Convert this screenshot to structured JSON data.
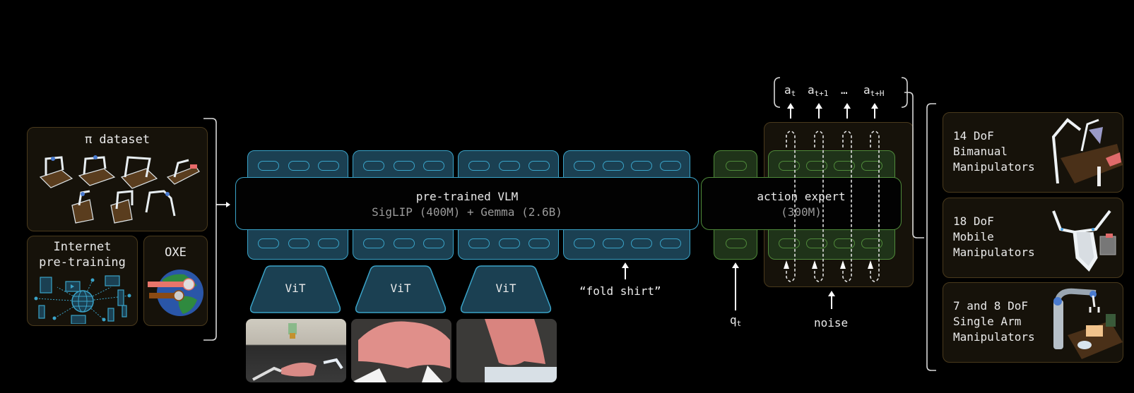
{
  "datasets": {
    "pi_dataset": {
      "title": "π dataset",
      "icon": "robot-setups-icon"
    },
    "internet": {
      "title_line1": "Internet",
      "title_line2": "pre-training",
      "icon": "internet-network-icon"
    },
    "oxe": {
      "title": "OXE",
      "icon": "globe-icon"
    }
  },
  "vlm": {
    "title": "pre-trained VLM",
    "subtitle": "SigLIP (400M) + Gemma (2.6B)",
    "encoders": [
      "ViT",
      "ViT",
      "ViT"
    ],
    "language_input": "“fold shirt”",
    "color_border": "#3aa3c8",
    "color_fill": "#1b4052"
  },
  "action_expert": {
    "title": "action expert",
    "subtitle": "(300M)",
    "state_input": {
      "base": "q",
      "sub": "t"
    },
    "noise_input": "noise",
    "color_border": "#4f8a3a",
    "color_fill": "#1f3319"
  },
  "outputs": [
    {
      "base": "a",
      "sub": "t"
    },
    {
      "base": "a",
      "sub": "t+1"
    },
    {
      "base": "…",
      "sub": ""
    },
    {
      "base": "a",
      "sub": "t+H"
    }
  ],
  "robots": [
    {
      "label": "14 DoF\nBimanual\nManipulators"
    },
    {
      "label": "18 DoF\nMobile\nManipulators"
    },
    {
      "label": "7 and 8 DoF\nSingle Arm\nManipulators"
    }
  ],
  "colors": {
    "panel_border": "#4a3a1c",
    "panel_fill": "#16120a"
  }
}
